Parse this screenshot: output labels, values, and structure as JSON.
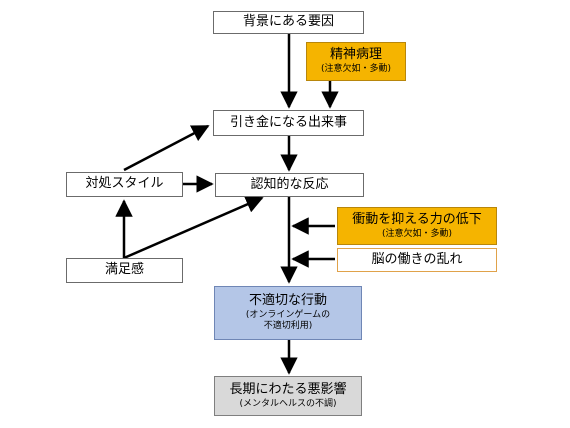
{
  "nodes": {
    "background": {
      "label": "背景にある要因"
    },
    "psychopathology": {
      "label": "精神病理",
      "sub": "(注意欠如・多動)"
    },
    "trigger": {
      "label": "引き金になる出来事"
    },
    "coping": {
      "label": "対処スタイル"
    },
    "cognitive": {
      "label": "認知的な反応"
    },
    "impulse": {
      "label": "衝動を抑える力の低下",
      "sub": "(注意欠如・多動)"
    },
    "brain": {
      "label": "脳の働きの乱れ"
    },
    "satisfaction": {
      "label": "満足感"
    },
    "behavior": {
      "label": "不適切な行動",
      "sub1": "(オンラインゲームの",
      "sub2": "不適切利用)"
    },
    "longterm": {
      "label": "長期にわたる悪影響",
      "sub": "(メンタルヘルスの不調)"
    }
  },
  "colors": {
    "orange": "#f5b400",
    "blue": "#b4c6e7",
    "gray": "#d9d9d9",
    "arrow": "#000000"
  }
}
